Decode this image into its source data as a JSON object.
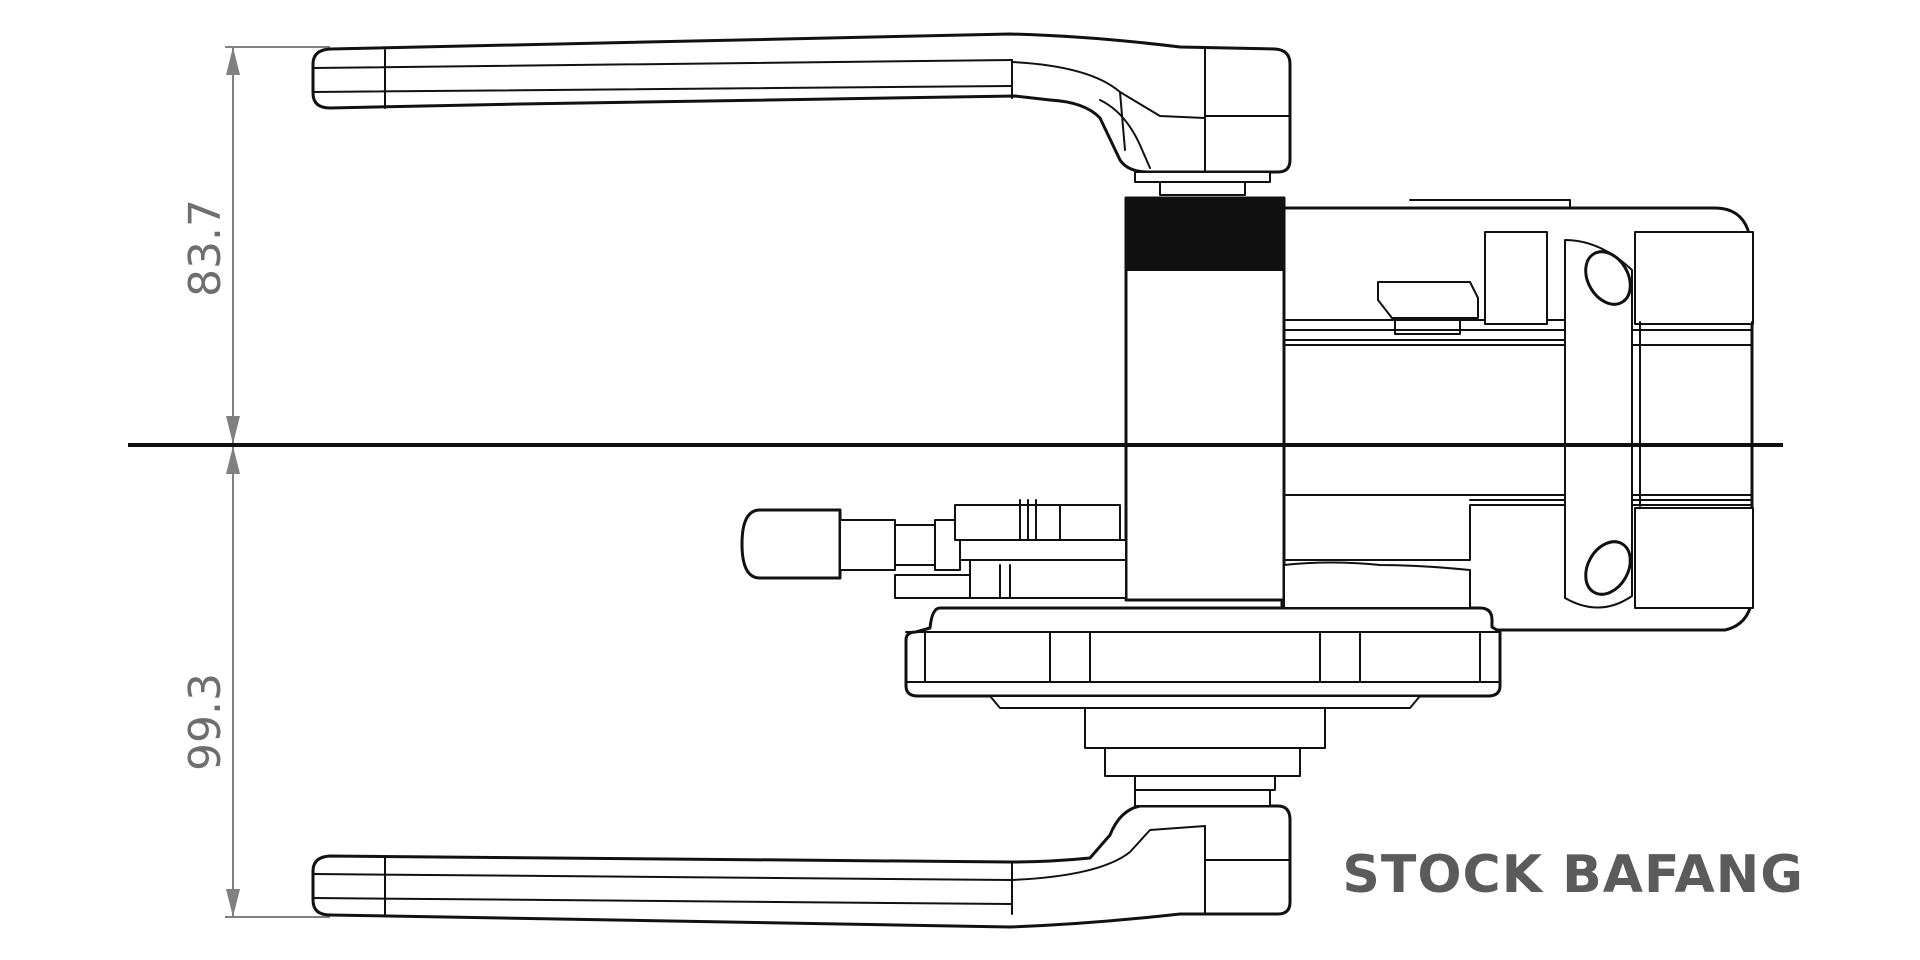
{
  "dimensions": {
    "upper": "83.7",
    "lower": "99.3"
  },
  "label": "STOCK BAFANG",
  "colors": {
    "line": "#111111",
    "dimension": "#808080",
    "label": "#5b5b5b",
    "background": "#ffffff"
  }
}
